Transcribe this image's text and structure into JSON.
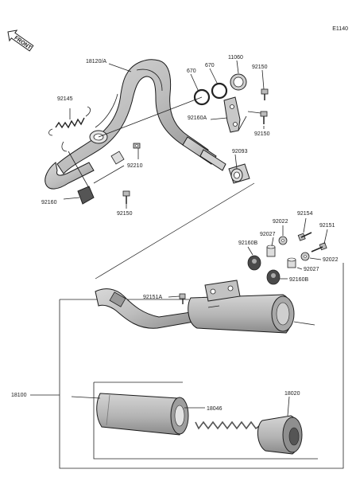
{
  "diagram": {
    "code": "E1140",
    "front_label": "FRONT",
    "labels": [
      {
        "id": "lbl-18120a",
        "text": "18120/A"
      },
      {
        "id": "lbl-670a",
        "text": "670"
      },
      {
        "id": "lbl-670b",
        "text": "670"
      },
      {
        "id": "lbl-11060",
        "text": "11060"
      },
      {
        "id": "lbl-92150a",
        "text": "92150"
      },
      {
        "id": "lbl-92145",
        "text": "92145"
      },
      {
        "id": "lbl-92160a",
        "text": "92160A"
      },
      {
        "id": "lbl-92150b",
        "text": "92150"
      },
      {
        "id": "lbl-92210",
        "text": "92210"
      },
      {
        "id": "lbl-92093",
        "text": "92093"
      },
      {
        "id": "lbl-92160",
        "text": "92160"
      },
      {
        "id": "lbl-92150c",
        "text": "92150"
      },
      {
        "id": "lbl-92154",
        "text": "92154"
      },
      {
        "id": "lbl-92022a",
        "text": "92022"
      },
      {
        "id": "lbl-92151",
        "text": "92151"
      },
      {
        "id": "lbl-92160b1",
        "text": "92160B"
      },
      {
        "id": "lbl-92027a",
        "text": "92027"
      },
      {
        "id": "lbl-92022b",
        "text": "92022"
      },
      {
        "id": "lbl-92027b",
        "text": "92027"
      },
      {
        "id": "lbl-92160b2",
        "text": "92160B"
      },
      {
        "id": "lbl-92151a",
        "text": "92151A"
      },
      {
        "id": "lbl-18100",
        "text": "18100"
      },
      {
        "id": "lbl-18020",
        "text": "18020"
      },
      {
        "id": "lbl-18046",
        "text": "18046"
      }
    ]
  }
}
